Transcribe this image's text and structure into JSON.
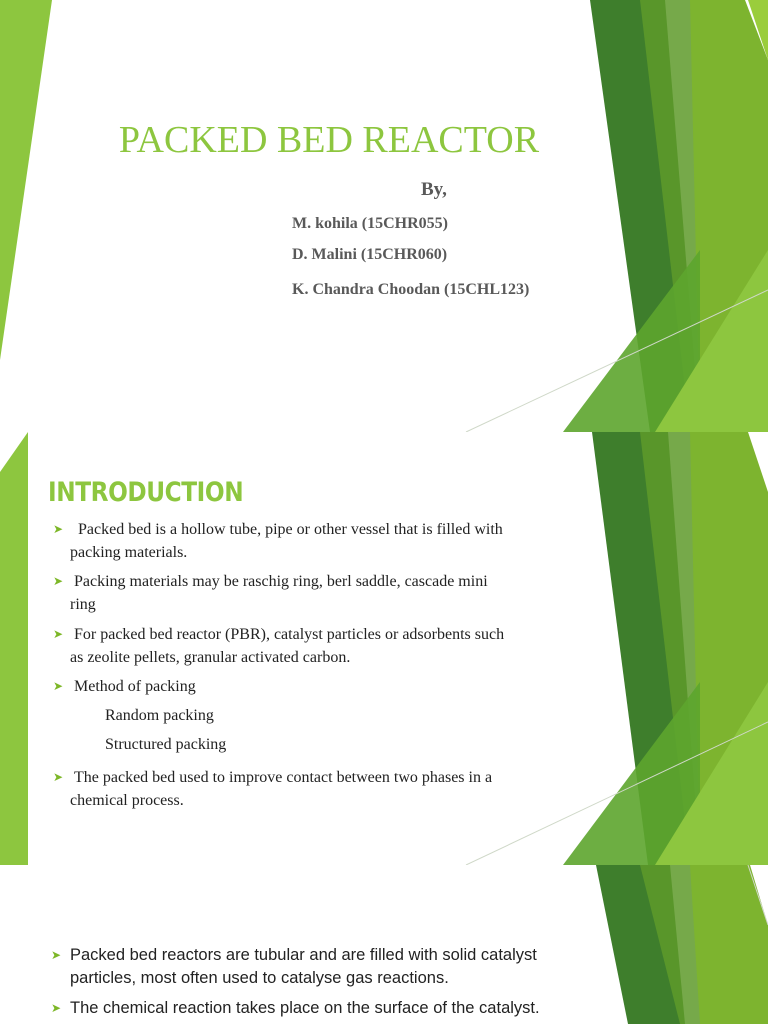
{
  "colors": {
    "accent": "#8DC63F",
    "dark_green": "#3E7E2C",
    "mid_green": "#6AA52B",
    "light_green": "#9ACD3C"
  },
  "slide1": {
    "title": "PACKED BED REACTOR",
    "by": "By,",
    "authors": [
      "M. kohila (15CHR055)",
      "D. Malini (15CHR060)",
      "K. Chandra Choodan (15CHL123)"
    ]
  },
  "slide2": {
    "heading": "INTRODUCTION",
    "bullets": [
      [
        "Packed bed is a hollow tube, pipe or other vessel that is filled with",
        "packing materials."
      ],
      [
        "Packing materials may be raschig ring, berl saddle, cascade mini",
        "ring"
      ],
      [
        "For packed bed reactor (PBR), catalyst particles or adsorbents such",
        "as zeolite pellets, granular activated carbon."
      ],
      [
        "Method of packing"
      ],
      [
        "The packed bed used to improve contact between two phases in a",
        "chemical  process."
      ]
    ],
    "sub_items": [
      "Random packing",
      "Structured packing"
    ]
  },
  "slide3": {
    "bullets": [
      [
        "Packed bed reactors are tubular and are filled with solid catalyst",
        "particles, most often used to catalyse gas reactions."
      ],
      [
        "The chemical reaction takes place on the surface of the catalyst."
      ]
    ]
  },
  "icons": {
    "bullet": "arrow-bullet-icon"
  }
}
